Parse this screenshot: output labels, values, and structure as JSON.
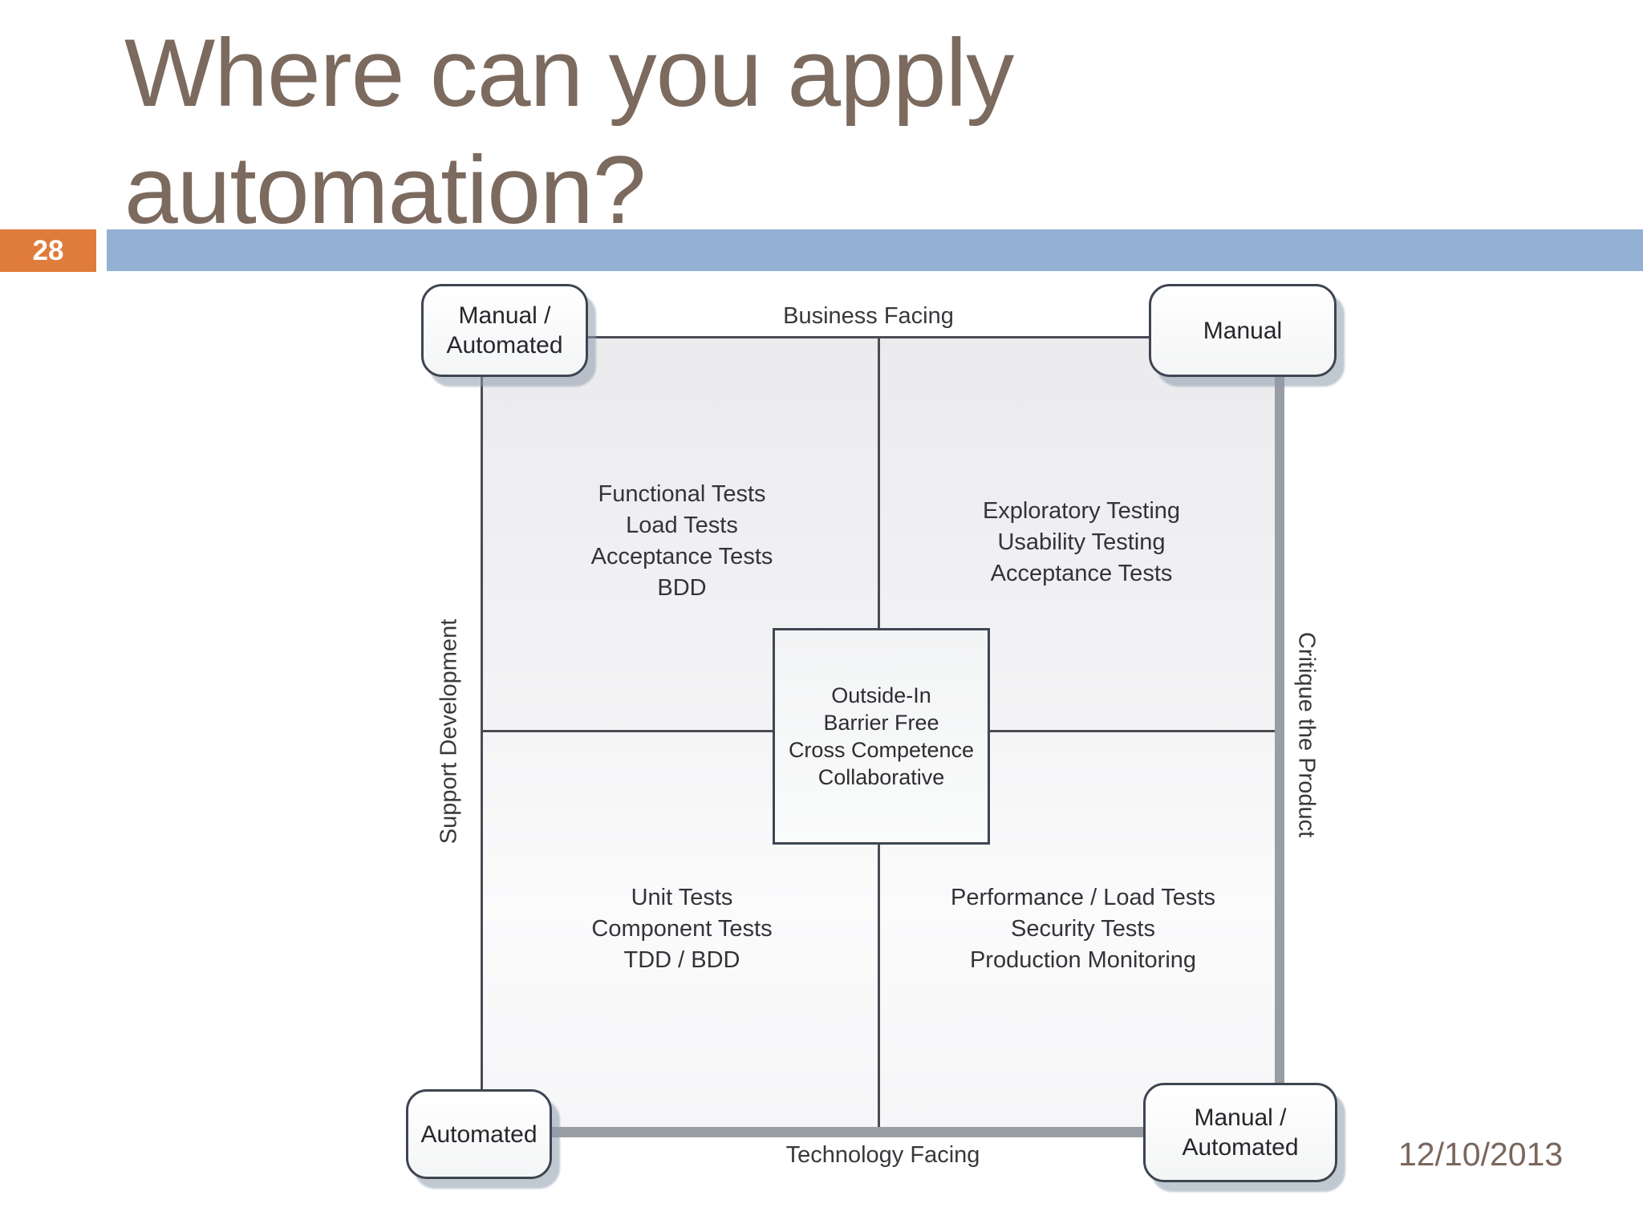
{
  "slide": {
    "title_line1": "Where can you apply",
    "title_line2": "automation?",
    "slide_number": "28",
    "date": "12/10/2013"
  },
  "colors": {
    "title_text": "#7c6a5e",
    "slide_number_badge": "#e07c3b",
    "accent_bar": "#93b1d2",
    "diagram_thin_line": "#4b4b55",
    "diagram_thick_line": "#989ea4"
  },
  "diagram": {
    "axes": {
      "top": "Business Facing",
      "bottom": "Technology Facing",
      "left": "Support Development",
      "right": "Critique the Product"
    },
    "corner_boxes": {
      "top_left": {
        "line1": "Manual /",
        "line2": "Automated"
      },
      "top_right": {
        "line1": "Manual"
      },
      "bottom_left": {
        "line1": "Automated"
      },
      "bottom_right": {
        "line1": "Manual /",
        "line2": "Automated"
      }
    },
    "quadrants": {
      "top_left": {
        "lines": [
          "Functional Tests",
          "Load Tests",
          "Acceptance Tests",
          "BDD"
        ]
      },
      "top_right": {
        "lines": [
          "Exploratory Testing",
          "Usability Testing",
          "Acceptance Tests"
        ]
      },
      "bottom_left": {
        "lines": [
          "Unit Tests",
          "Component Tests",
          "TDD / BDD"
        ]
      },
      "bottom_right": {
        "lines": [
          "Performance / Load Tests",
          "Security Tests",
          "Production Monitoring"
        ]
      }
    },
    "center_box": {
      "lines": [
        "Outside-In",
        "Barrier Free",
        "Cross Competence",
        "Collaborative"
      ]
    }
  }
}
